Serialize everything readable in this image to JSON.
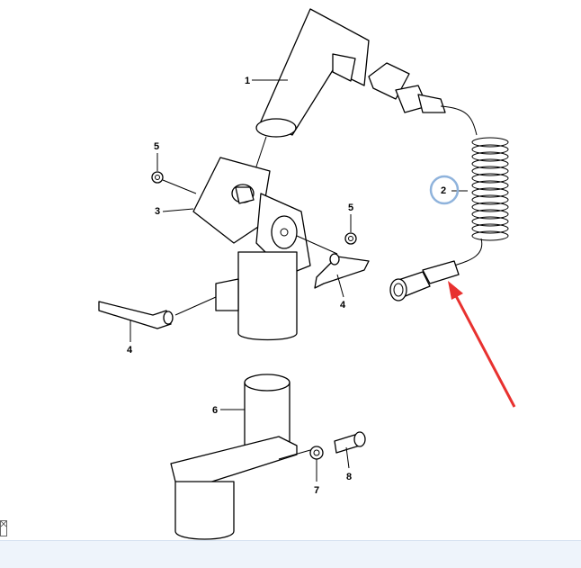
{
  "labels": {
    "1": "1",
    "2": "2",
    "3": "3",
    "4a": "4",
    "4b": "4",
    "5a": "5",
    "5b": "5",
    "6": "6",
    "7": "7",
    "8": "8"
  },
  "colors": {
    "highlight_circle": "#8fb3dc",
    "arrow": "#e8312f",
    "footer": "#eef4fb"
  },
  "icons": {
    "broken_image": "broken-image-icon"
  }
}
